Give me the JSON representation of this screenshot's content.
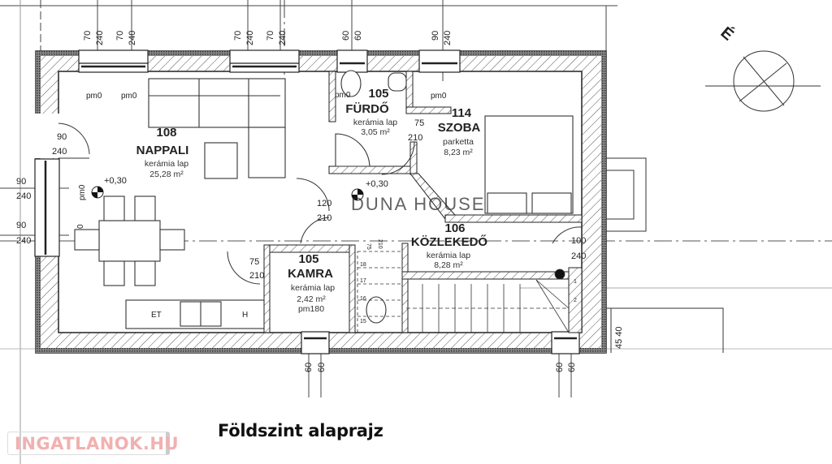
{
  "title": "Földszint alaprajz",
  "logo": "INGATLANOK.HU",
  "watermark": "DUNA HOUSE",
  "compass_label": "É",
  "rooms": {
    "nappali": {
      "number": "108",
      "name": "NAPPALI",
      "floor": "kerámia lap",
      "area": "25,28 m²"
    },
    "furdo": {
      "number": "105",
      "name": "FÜRDŐ",
      "floor": "kerámia lap",
      "area": "3,05 m²"
    },
    "szoba": {
      "number": "114",
      "name": "SZOBA",
      "floor": "parketta",
      "area": "8,23 m²"
    },
    "kozlekedo": {
      "number": "106",
      "name": "KÖZLEKEDŐ",
      "floor": "kerámia lap",
      "area": "8,28 m²"
    },
    "kamra": {
      "number": "105",
      "name": "KAMRA",
      "floor": "kerámia lap",
      "area": "2,42 m²",
      "extra": "pm180"
    }
  },
  "levels": [
    "+0,30",
    "+0,30"
  ],
  "pm_labels": [
    "pm0",
    "pm0",
    "pm0",
    "pm0",
    "pm0",
    "0"
  ],
  "top_dims": [
    "70",
    "240",
    "70",
    "240",
    "70",
    "240",
    "70",
    "240",
    "60",
    "60",
    "90",
    "240"
  ],
  "bottom_dims": [
    "60",
    "60",
    "60",
    "60"
  ],
  "left_dims": [
    "90",
    "240",
    "90",
    "240"
  ],
  "door_dims": {
    "entrance": [
      "90",
      "240"
    ],
    "hall": [
      "120",
      "210"
    ],
    "kamra": [
      "75",
      "210"
    ],
    "szoba": [
      "75",
      "210"
    ],
    "stair": [
      "75",
      "210"
    ],
    "right": [
      "100",
      "240"
    ]
  },
  "stair_numbers": [
    "18",
    "17",
    "16",
    "15",
    "1",
    "2"
  ],
  "wall_dim": "45 40",
  "furniture": {
    "oven": "ET",
    "fridge": "H"
  }
}
